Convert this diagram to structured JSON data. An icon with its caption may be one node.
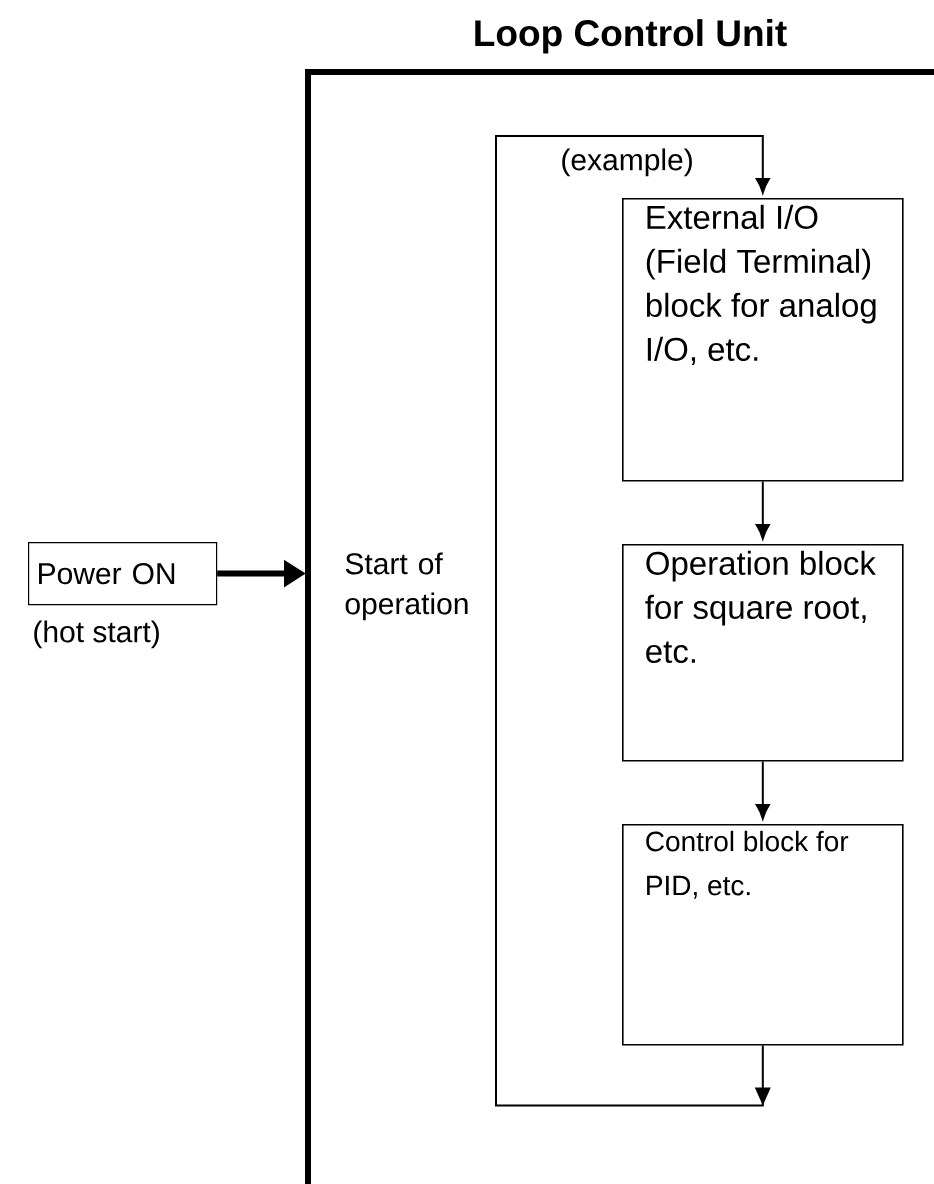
{
  "diagram": {
    "nodes": [
      {
        "text": [
          "Loop Control Unit"
        ]
      },
      {
        "text": [
          "Power ON"
        ],
        "beside": [
          "(hot start)"
        ]
      },
      {
        "text": [
          "External I/O (Field Terminal) block for analog I/O, etc."
        ],
        "in": 0
      },
      {
        "text": [
          "Operation block for square root, etc."
        ],
        "in": 0
      },
      {
        "text": [
          "Control block for PID, etc."
        ],
        "in": 0
      }
    ],
    "edges": [
      {
        "from": 1,
        "to": 0,
        "arrow": "to",
        "style": "thick"
      },
      {
        "from": 2,
        "to": 3,
        "arrow": "to"
      },
      {
        "from": 3,
        "to": 4,
        "arrow": "to"
      },
      {
        "from": 4,
        "to": 2,
        "arrow": "to"
      }
    ],
    "labels": [
      "Start of operation",
      "(example)"
    ]
  }
}
